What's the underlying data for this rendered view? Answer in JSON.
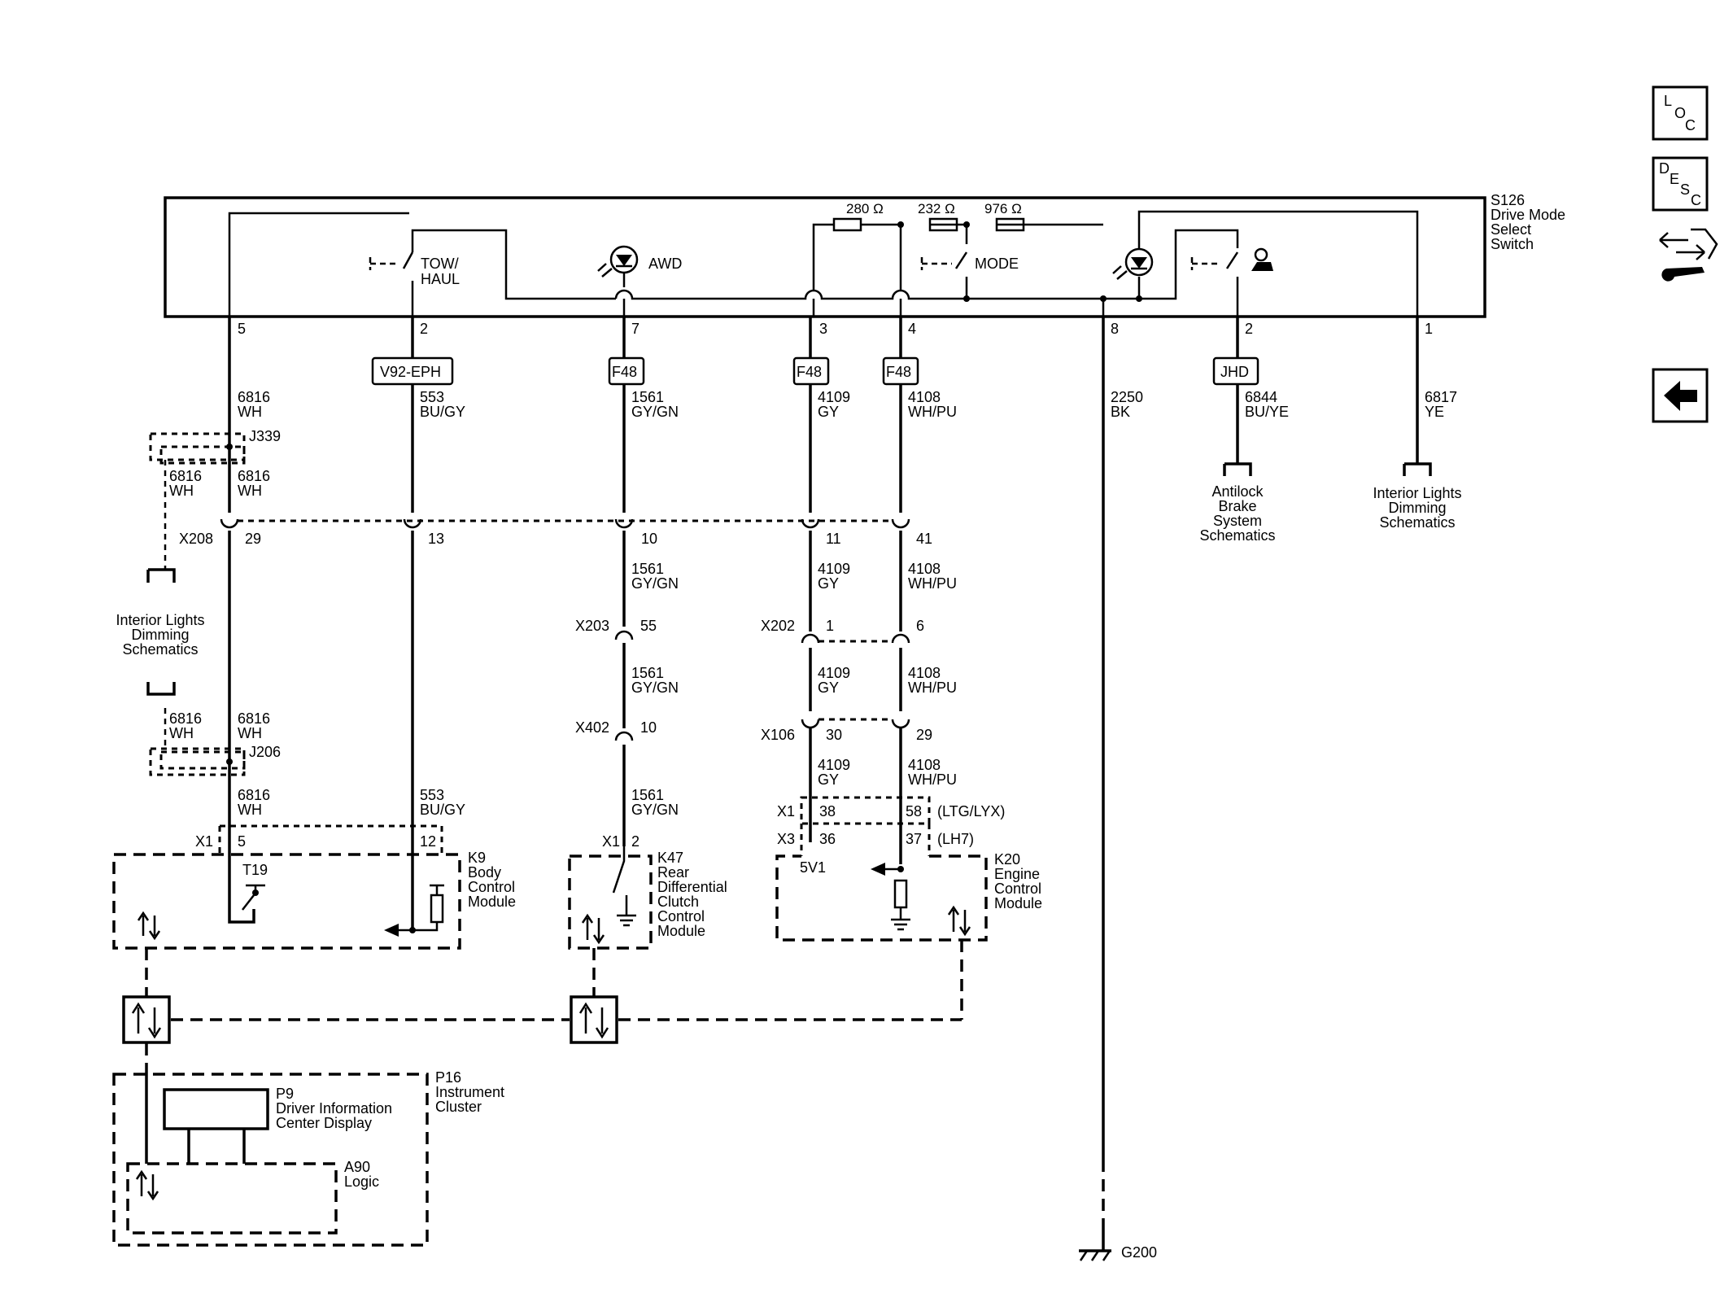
{
  "nav": {
    "loc": [
      "L",
      "O",
      "C"
    ],
    "desc": [
      "D",
      "E",
      "S",
      "C"
    ]
  },
  "components": {
    "s126": [
      "S126",
      "Drive Mode",
      "Select",
      "Switch"
    ],
    "k9": [
      "K9",
      "Body",
      "Control",
      "Module"
    ],
    "k47": [
      "K47",
      "Rear",
      "Differential",
      "Clutch",
      "Control",
      "Module"
    ],
    "k20": [
      "K20",
      "Engine",
      "Control",
      "Module"
    ],
    "p16": [
      "P16",
      "Instrument",
      "Cluster"
    ],
    "p9": [
      "P9",
      "Driver Information",
      "Center Display"
    ],
    "a90": [
      "A90",
      "Logic"
    ],
    "g200": "G200"
  },
  "switch": {
    "tow": [
      "TOW/",
      "HAUL"
    ],
    "awd": "AWD",
    "mode": "MODE",
    "resistors": [
      "280 Ω",
      "232 Ω",
      "976 Ω"
    ],
    "pins": [
      "5",
      "2",
      "7",
      "3",
      "4",
      "8",
      "2",
      "1"
    ]
  },
  "fuses": [
    "V92-EPH",
    "F48",
    "F48",
    "F48",
    "JHD"
  ],
  "wires": {
    "w5a": [
      "6816",
      "WH"
    ],
    "w5j1": [
      "6816",
      "WH"
    ],
    "w5j1b": [
      "6816",
      "WH"
    ],
    "w5j2": [
      "6816",
      "WH"
    ],
    "w5j2b": [
      "6816",
      "WH"
    ],
    "w5b": [
      "6816",
      "WH"
    ],
    "w2a": [
      "553",
      "BU/GY"
    ],
    "w2b": [
      "553",
      "BU/GY"
    ],
    "w7a": [
      "1561",
      "GY/GN"
    ],
    "w7b": [
      "1561",
      "GY/GN"
    ],
    "w7c": [
      "1561",
      "GY/GN"
    ],
    "w7d": [
      "1561",
      "GY/GN"
    ],
    "w3a": [
      "4109",
      "GY"
    ],
    "w3b": [
      "4109",
      "GY"
    ],
    "w3c": [
      "4109",
      "GY"
    ],
    "w3d": [
      "4109",
      "GY"
    ],
    "w4a": [
      "4108",
      "WH/PU"
    ],
    "w4b": [
      "4108",
      "WH/PU"
    ],
    "w4c": [
      "4108",
      "WH/PU"
    ],
    "w4d": [
      "4108",
      "WH/PU"
    ],
    "w8": [
      "2250",
      "BK"
    ],
    "wjhd": [
      "6844",
      "BU/YE"
    ],
    "w1": [
      "6817",
      "YE"
    ]
  },
  "splices": {
    "j339": "J339",
    "j206": "J206"
  },
  "connectors": {
    "x208": {
      "name": "X208",
      "pins": [
        "29",
        "13",
        "10",
        "11",
        "41"
      ]
    },
    "x203": {
      "name": "X203",
      "pin": "55"
    },
    "x402": {
      "name": "X402",
      "pin": "10"
    },
    "x202": {
      "name": "X202",
      "pins": [
        "1",
        "6"
      ]
    },
    "x106": {
      "name": "X106",
      "pins": [
        "30",
        "29"
      ]
    },
    "x1_k9": {
      "name": "X1",
      "pins": [
        "5",
        "12"
      ]
    },
    "x1_k47": {
      "name": "X1",
      "pin": "2"
    },
    "x1_k20": {
      "name": "X1",
      "pins": [
        "38",
        "58"
      ],
      "note": "(LTG/LYX)"
    },
    "x3_k20": {
      "name": "X3",
      "pins": [
        "36",
        "37"
      ],
      "note": "(LH7)"
    }
  },
  "refs": {
    "abs": [
      "Antilock",
      "Brake",
      "System",
      "Schematics"
    ],
    "ild_right": [
      "Interior Lights",
      "Dimming",
      "Schematics"
    ],
    "ild_left": [
      "Interior Lights",
      "Dimming",
      "Schematics"
    ]
  },
  "labels": {
    "t19": "T19",
    "v5": "5V1"
  }
}
